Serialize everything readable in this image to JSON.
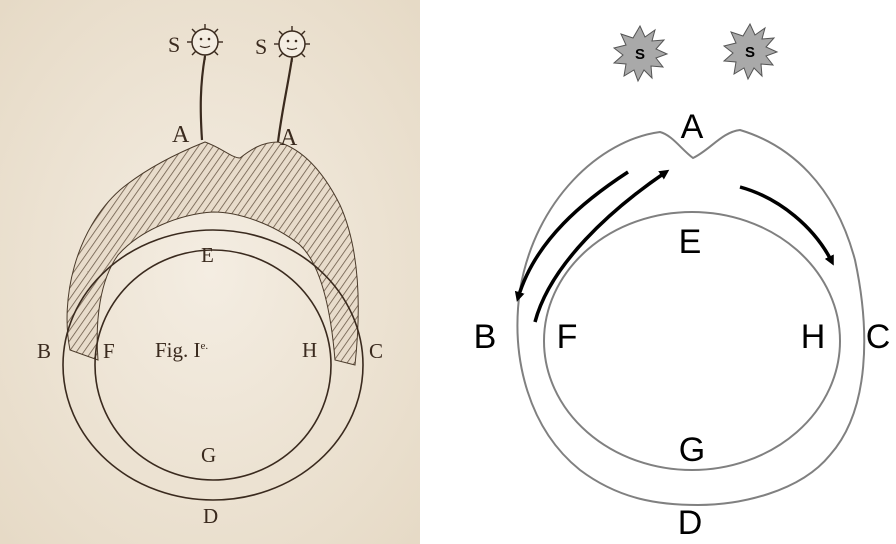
{
  "left_panel": {
    "labels": {
      "sun_left": "S",
      "sun_right": "S",
      "a_left": "A",
      "a_right": "A",
      "e": "E",
      "b": "B",
      "f": "F",
      "fig": "Fig. I",
      "fig_sup": "e.",
      "h": "H",
      "c": "C",
      "g": "G",
      "d": "D"
    },
    "colors": {
      "paper": "#efe6d8",
      "ink": "#3a2a1e"
    }
  },
  "right_panel": {
    "labels": {
      "sun_left": "S",
      "sun_right": "S",
      "a": "A",
      "e": "E",
      "b": "B",
      "f": "F",
      "h": "H",
      "c": "C",
      "g": "G",
      "d": "D"
    },
    "colors": {
      "outline": "#808080",
      "star_fill": "#a9a9a9",
      "arrow": "#000000"
    }
  }
}
